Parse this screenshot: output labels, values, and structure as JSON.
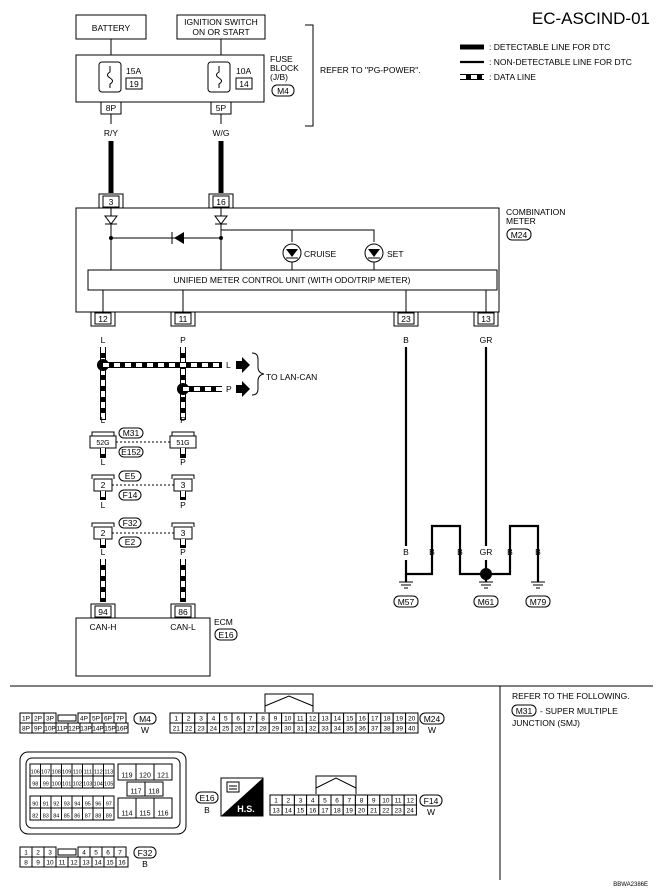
{
  "title": "EC-ASCIND-01",
  "legend": {
    "dtc": ": DETECTABLE LINE FOR DTC",
    "ndtc": ": NON-DETECTABLE LINE FOR DTC",
    "data": ": DATA LINE"
  },
  "sources": {
    "battery": "BATTERY",
    "ignition_line1": "IGNITION SWITCH",
    "ignition_line2": "ON OR START"
  },
  "fuse_block": {
    "label_line1": "FUSE",
    "label_line2": "BLOCK",
    "label_line3": "(J/B)",
    "connector": "M4",
    "refer": "REFER TO \"PG-POWER\".",
    "fuse1_amp": "15A",
    "fuse1_num": "19",
    "fuse2_amp": "10A",
    "fuse2_num": "14",
    "term1": "8P",
    "term2": "5P"
  },
  "wires": {
    "battery_color": "R/Y",
    "ign_color": "W/G",
    "can_h_color": "L",
    "can_l_color": "P",
    "ground1_color": "B",
    "ground2_color": "GR"
  },
  "meter": {
    "label_line1": "COMBINATION",
    "label_line2": "METER",
    "connector": "M24",
    "pin_batt": "3",
    "pin_ign": "16",
    "cruise": "CRUISE",
    "set": "SET",
    "unit": "UNIFIED METER CONTROL UNIT (WITH ODO/TRIP METER)",
    "pin_canh": "12",
    "pin_canl": "11",
    "pin_gnd1": "23",
    "pin_gnd2": "13"
  },
  "lan": {
    "label": "TO LAN-CAN",
    "arrow_l": "L",
    "arrow_p": "P"
  },
  "smj": {
    "conn_a": "M31",
    "conn_b": "E152",
    "pin_h": "52G",
    "pin_l": "51G"
  },
  "joint1": {
    "conn_a": "E5",
    "conn_b": "F14",
    "pin_h": "2",
    "pin_l": "3"
  },
  "joint2": {
    "conn_a": "F32",
    "conn_b": "E2",
    "pin_h": "2",
    "pin_l": "3"
  },
  "ecm": {
    "label": "ECM",
    "connector": "E16",
    "pin_h": "94",
    "pin_l": "86",
    "can_h": "CAN-H",
    "can_l": "CAN-L"
  },
  "grounds": {
    "b": "B",
    "gr": "GR",
    "g1": "M57",
    "g2": "M61",
    "g3": "M79"
  },
  "refer_box": {
    "line1": "REFER TO THE FOLLOWING.",
    "conn": "M31",
    "line2": "- SUPER MULTIPLE",
    "line3": "JUNCTION (SMJ)"
  },
  "connectors": {
    "m4_id": "M4",
    "m4_color": "W",
    "m4_row1": [
      "1P",
      "2P",
      "3P",
      "",
      "4P",
      "5P",
      "6P",
      "7P"
    ],
    "m4_row2": [
      "8P",
      "9P",
      "10P",
      "11P",
      "12P",
      "13P",
      "14P",
      "15P",
      "16P"
    ],
    "m24_id": "M24",
    "m24_color": "W",
    "m24_row1": [
      "1",
      "2",
      "3",
      "4",
      "5",
      "6",
      "7",
      "8",
      "9",
      "10",
      "11",
      "12",
      "13",
      "14",
      "15",
      "16",
      "17",
      "18",
      "19",
      "20"
    ],
    "m24_row2": [
      "21",
      "22",
      "23",
      "24",
      "25",
      "26",
      "27",
      "28",
      "29",
      "30",
      "31",
      "32",
      "33",
      "34",
      "35",
      "36",
      "37",
      "38",
      "39",
      "40"
    ],
    "e16_id": "E16",
    "e16_color": "B",
    "e16_r1": [
      "106",
      "107",
      "108",
      "109",
      "110",
      "111",
      "112",
      "113"
    ],
    "e16_r2": [
      "98",
      "99",
      "100",
      "101",
      "102",
      "103",
      "104",
      "105"
    ],
    "e16_r3": [
      "90",
      "91",
      "92",
      "93",
      "94",
      "95",
      "96",
      "97"
    ],
    "e16_r4": [
      "82",
      "83",
      "84",
      "85",
      "86",
      "87",
      "88",
      "89"
    ],
    "e16_b1": [
      "119",
      "120",
      "121"
    ],
    "e16_b2": [
      "117",
      "118"
    ],
    "e16_b3": [
      "114",
      "115",
      "116"
    ],
    "hs": "H.S.",
    "f14_id": "F14",
    "f14_color": "W",
    "f14_row1": [
      "1",
      "2",
      "3",
      "4",
      "5",
      "6",
      "7",
      "8",
      "9",
      "10",
      "11",
      "12"
    ],
    "f14_row2": [
      "13",
      "14",
      "15",
      "16",
      "17",
      "18",
      "19",
      "20",
      "21",
      "22",
      "23",
      "24"
    ],
    "f32_id": "F32",
    "f32_color": "B",
    "f32_row1": [
      "1",
      "2",
      "3",
      "",
      "4",
      "5",
      "6",
      "7"
    ],
    "f32_row2": [
      "8",
      "9",
      "10",
      "11",
      "12",
      "13",
      "14",
      "15",
      "16"
    ]
  },
  "code": "BBWA2386E"
}
